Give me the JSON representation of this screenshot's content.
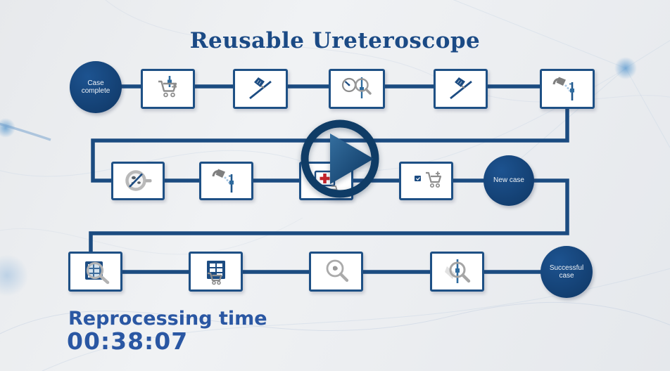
{
  "video": {
    "title_overlay": "Reusable Ureteroscope"
  },
  "flow": {
    "start_label": "Case complete",
    "new_case_label": "New case",
    "end_label": "Successful case",
    "row1_icons": [
      "cart-scope-icon",
      "brush-clean-icon",
      "leak-test-gauge-icon",
      "brush-clean-icon",
      "rinse-shower-icon"
    ],
    "row2_icons": [
      "magnifier-no-germs-icon",
      "rinse-shower-icon",
      "monitor-red-cross-icon",
      "storage-cart-icon"
    ],
    "row3_icons": [
      "grid-magnifier-icon",
      "machine-cart-icon",
      "microbe-magnifier-icon",
      "scope-magnifier-icon"
    ]
  },
  "timer": {
    "label": "Reprocessing time",
    "value": "00:38:07"
  },
  "player": {
    "control": "play-button"
  },
  "colors": {
    "connector_navy": "#1b4b80",
    "box_border_navy": "#1e5085",
    "title_blue": "#1b4a85",
    "timer_blue": "#2a57a3",
    "red_cross": "#c4232b",
    "icon_gray": "#8d8d8d",
    "icon_steel_blue": "#2e6b9e",
    "node_navy": "#123d6e"
  }
}
